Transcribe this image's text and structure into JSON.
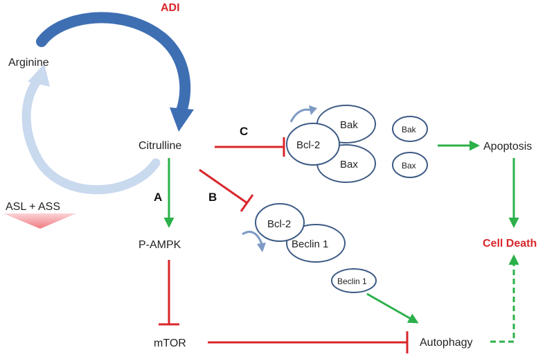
{
  "cycle": {
    "enzyme_top": "ADI",
    "enzyme_bottom": "ASL + ASS",
    "substrate": "Arginine",
    "product": "Citrulline"
  },
  "pathways": {
    "a": {
      "letter": "A",
      "activated": "P-AMPK",
      "inhibited": "mTOR"
    },
    "b": {
      "letter": "B",
      "complex_top": "Bcl-2",
      "complex_bottom": "Beclin 1",
      "released": "Beclin 1"
    },
    "c": {
      "letter": "C",
      "complex_left": "Bcl-2",
      "complex_top": "Bak",
      "complex_bottom": "Bax",
      "released_top": "Bak",
      "released_bottom": "Bax"
    }
  },
  "outcomes": {
    "apoptosis": "Apoptosis",
    "autophagy": "Autophagy",
    "cell_death": "Cell Death"
  },
  "colors": {
    "red": "#d9252a",
    "green": "#2bb04a",
    "blue": "#3f6fb3",
    "light_blue": "#c9d9ee",
    "node_stroke": "#3d5a85",
    "pink": "#f4a0a4"
  }
}
